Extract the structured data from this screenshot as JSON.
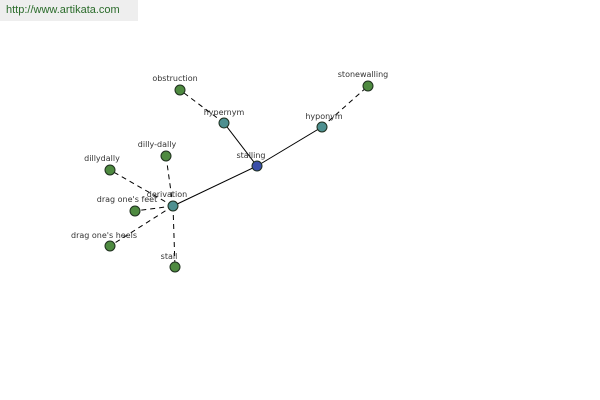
{
  "header": {
    "site_url": "http://www.artikata.com"
  },
  "colors": {
    "root": "#3a4fa8",
    "relation": "#4e9090",
    "leaf": "#4e8a40"
  },
  "graph": {
    "nodes": [
      {
        "id": "stalling",
        "label": "stalling",
        "kind": "root"
      },
      {
        "id": "hypernym",
        "label": "hypernym",
        "kind": "relation"
      },
      {
        "id": "hyponym",
        "label": "hyponym",
        "kind": "relation"
      },
      {
        "id": "derivation",
        "label": "derivation",
        "kind": "relation"
      },
      {
        "id": "obstruction",
        "label": "obstruction",
        "kind": "leaf"
      },
      {
        "id": "stonewalling",
        "label": "stonewalling",
        "kind": "leaf"
      },
      {
        "id": "dilly-dally",
        "label": "dilly-dally",
        "kind": "leaf"
      },
      {
        "id": "dillydally",
        "label": "dillydally",
        "kind": "leaf"
      },
      {
        "id": "drag-ones-feet",
        "label": "drag one's feet",
        "kind": "leaf"
      },
      {
        "id": "drag-ones-heels",
        "label": "drag one's heels",
        "kind": "leaf"
      },
      {
        "id": "stall",
        "label": "stall",
        "kind": "leaf"
      }
    ],
    "edges": [
      {
        "from": "stalling",
        "to": "hypernym",
        "style": "solid"
      },
      {
        "from": "stalling",
        "to": "hyponym",
        "style": "solid"
      },
      {
        "from": "stalling",
        "to": "derivation",
        "style": "solid"
      },
      {
        "from": "hypernym",
        "to": "obstruction",
        "style": "dashed"
      },
      {
        "from": "hyponym",
        "to": "stonewalling",
        "style": "dashed"
      },
      {
        "from": "derivation",
        "to": "dilly-dally",
        "style": "dashed"
      },
      {
        "from": "derivation",
        "to": "dillydally",
        "style": "dashed"
      },
      {
        "from": "derivation",
        "to": "drag-ones-feet",
        "style": "dashed"
      },
      {
        "from": "derivation",
        "to": "drag-ones-heels",
        "style": "dashed"
      },
      {
        "from": "derivation",
        "to": "stall",
        "style": "dashed"
      }
    ]
  }
}
